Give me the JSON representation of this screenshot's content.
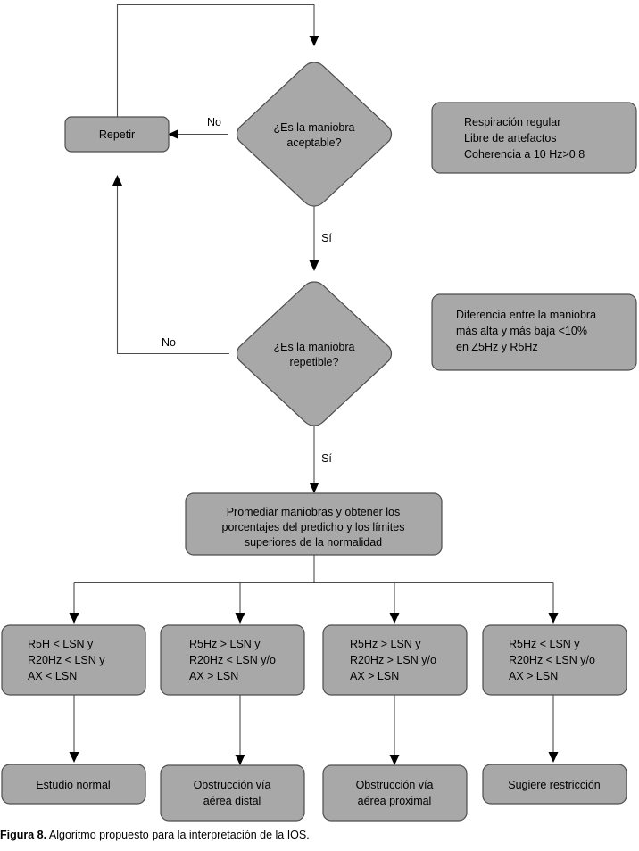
{
  "figure": {
    "caption_label": "Figura 8.",
    "caption_text": " Algoritmo propuesto para la interpretación de la IOS."
  },
  "colors": {
    "node_fill": "#a8a8a8",
    "node_stroke": "#4d4d4d",
    "edge": "#4d4d4d",
    "arrow": "#000000",
    "text": "#000000",
    "background": "#ffffff"
  },
  "nodes": {
    "repetir": {
      "label": "Repetir"
    },
    "decision_aceptable": {
      "line1": "¿Es la maniobra",
      "line2": "aceptable?"
    },
    "note_aceptable": {
      "line1": "Respiración regular",
      "line2": "Libre de artefactos",
      "line3": "Coherencia a 10 Hz>0.8"
    },
    "decision_repetible": {
      "line1": "¿Es la maniobra",
      "line2": "repetible?"
    },
    "note_repetible": {
      "line1": "Diferencia entre la maniobra",
      "line2": "más alta y más baja <10%",
      "line3": "en Z5Hz y R5Hz"
    },
    "promediar": {
      "line1": "Promediar maniobras y obtener los",
      "line2": "porcentajes del predicho y los límites",
      "line3": "superiores de la normalidad"
    },
    "criteria": [
      {
        "id": "criteria-1",
        "line1": "R5H < LSN y",
        "line2": "R20Hz < LSN y",
        "line3": "AX < LSN"
      },
      {
        "id": "criteria-2",
        "line1": "R5Hz > LSN y",
        "line2": "R20Hz < LSN y/o",
        "line3": "AX > LSN"
      },
      {
        "id": "criteria-3",
        "line1": "R5Hz > LSN y",
        "line2": "R20Hz > LSN y/o",
        "line3": "AX > LSN"
      },
      {
        "id": "criteria-4",
        "line1": "R5Hz < LSN y",
        "line2": "R20Hz < LSN y/o",
        "line3": "AX > LSN"
      }
    ],
    "outcomes": [
      {
        "id": "outcome-1",
        "line1": "Estudio normal",
        "line2": ""
      },
      {
        "id": "outcome-2",
        "line1": "Obstrucción vía",
        "line2": "aérea distal"
      },
      {
        "id": "outcome-3",
        "line1": "Obstrucción vía",
        "line2": "aérea proximal"
      },
      {
        "id": "outcome-4",
        "line1": "Sugiere restricción",
        "line2": ""
      }
    ]
  },
  "edge_labels": {
    "no_aceptable": "No",
    "si_aceptable": "Sí",
    "no_repetible": "No",
    "si_repetible": "Sí"
  }
}
